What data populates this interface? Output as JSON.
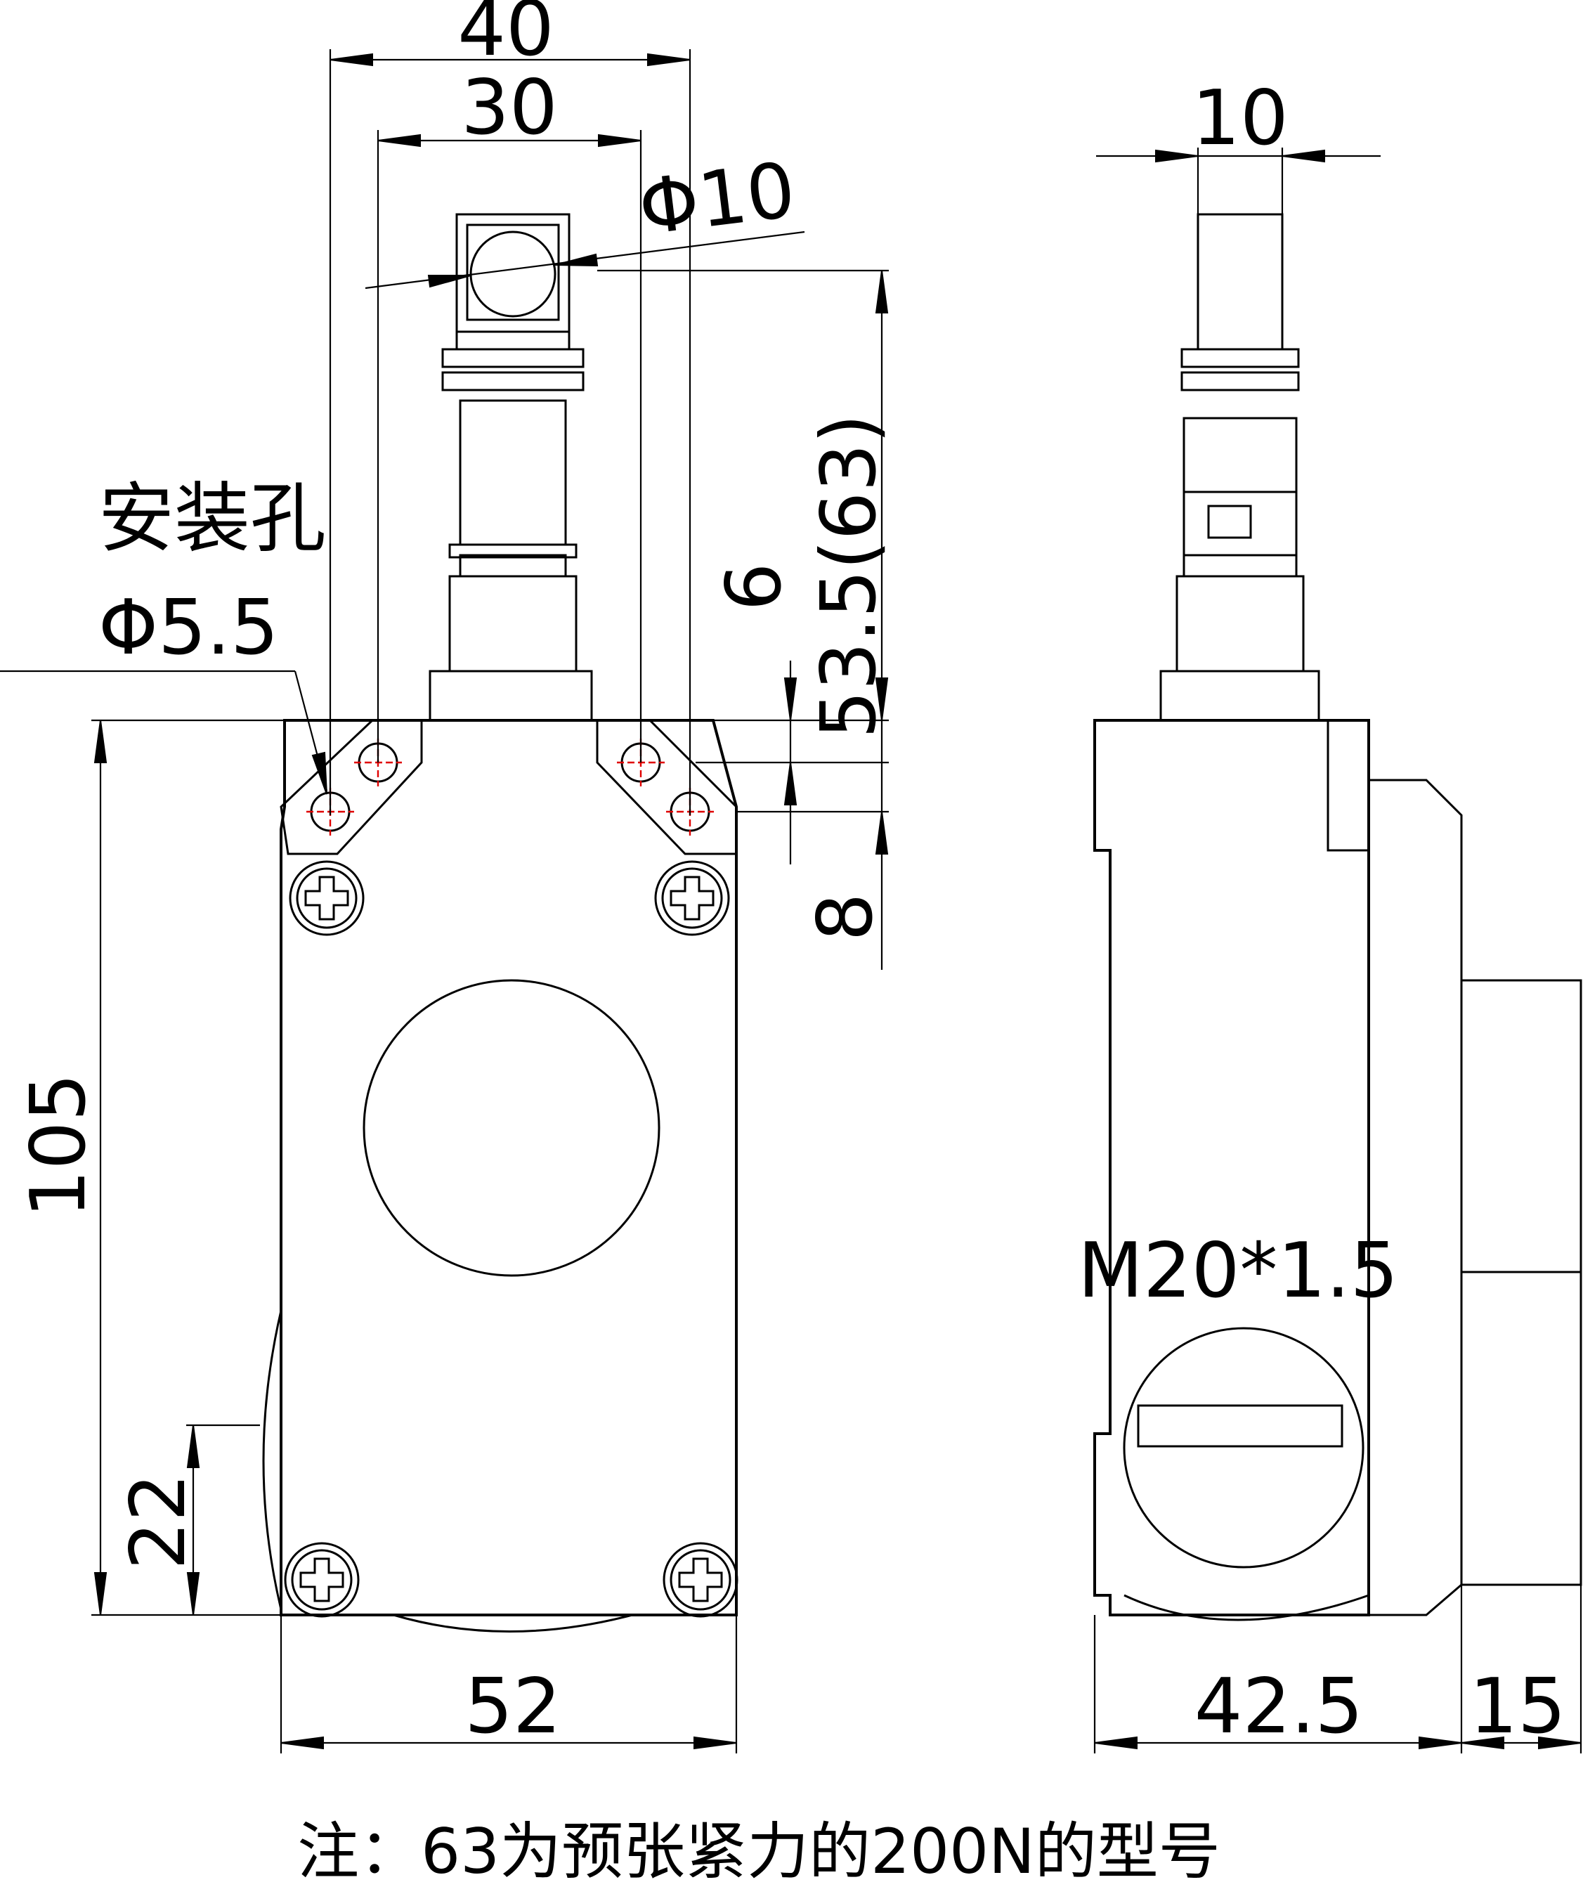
{
  "front_view": {
    "dims": {
      "overall_width_top": "40",
      "hole_spacing": "30",
      "shaft_diameter": "Φ10",
      "height_to_shaft": "53.5(63)",
      "hole_offset_6": "6",
      "hole_offset_8": "8",
      "body_height": "105",
      "bottom_offset": "22",
      "body_width": "52"
    },
    "mounting_hole_label": "安装孔",
    "mounting_hole_diameter": "Φ5.5"
  },
  "side_view": {
    "dims": {
      "shaft_width": "10",
      "body_depth": "42.5",
      "cover_depth": "15"
    },
    "thread_label": "M20*1.5"
  },
  "note": "注：63为预张紧力的200N的型号"
}
